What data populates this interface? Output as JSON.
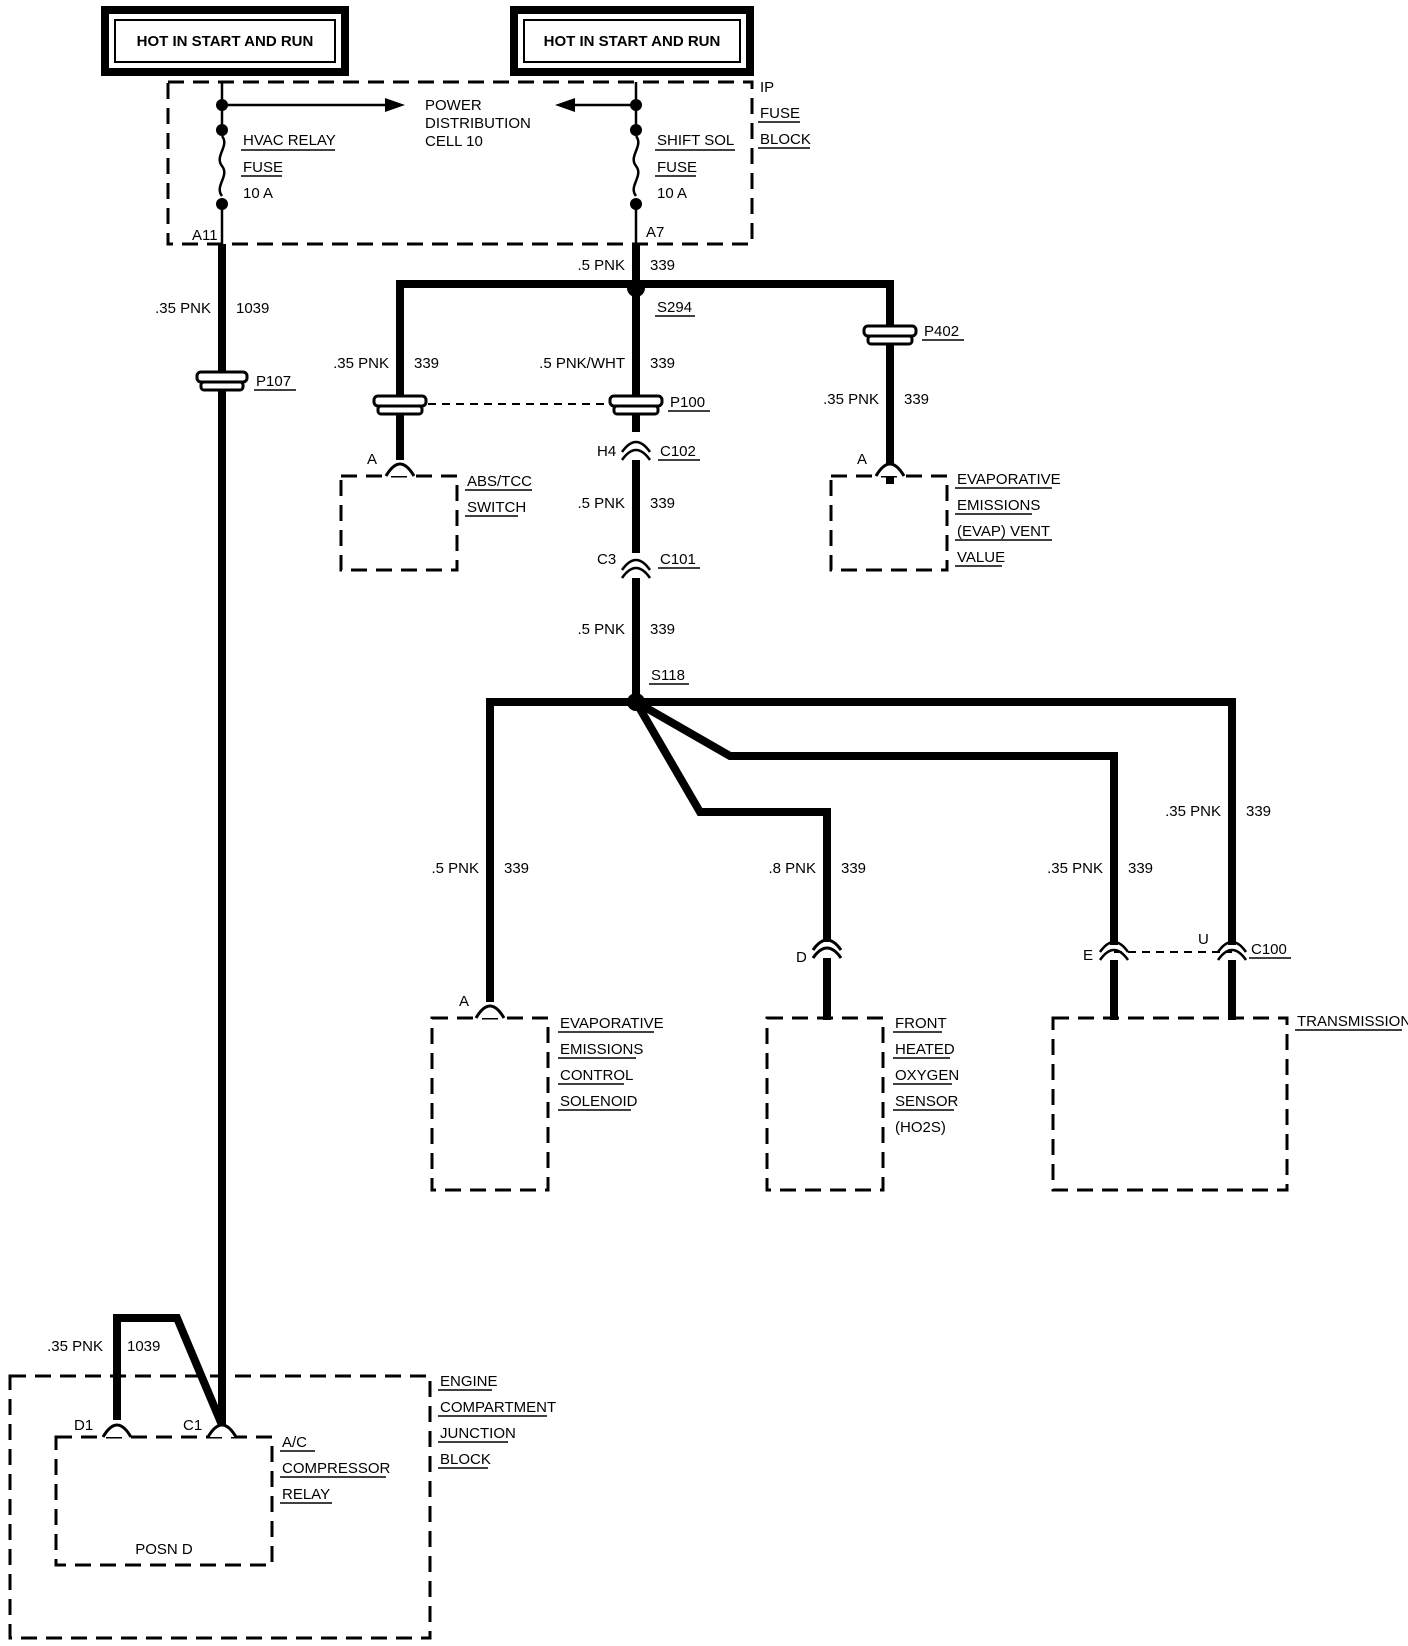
{
  "power_sources": [
    {
      "label": "HOT IN START AND RUN"
    },
    {
      "label": "HOT IN START AND RUN"
    }
  ],
  "fuse_block": {
    "name_lines": [
      "IP",
      "FUSE",
      "BLOCK"
    ],
    "power_distribution_lines": [
      "POWER",
      "DISTRIBUTION",
      "CELL 10"
    ],
    "left_fuse": {
      "name": "HVAC RELAY",
      "type": "FUSE",
      "rating": "10 A",
      "terminal": "A11"
    },
    "right_fuse": {
      "name": "SHIFT SOL",
      "type": "FUSE",
      "rating": "10 A",
      "terminal": "A7"
    }
  },
  "splices": [
    "S294",
    "S118"
  ],
  "pass_throughs": [
    "P107",
    "P100",
    "P402"
  ],
  "inline_connectors": [
    {
      "id": "C102",
      "pin": "H4"
    },
    {
      "id": "C101",
      "pin": "C3"
    },
    {
      "id": "C100",
      "pins": [
        "E",
        "U"
      ]
    }
  ],
  "wires": [
    {
      "gauge_color": ".5 PNK",
      "circuit": "339"
    },
    {
      "gauge_color": ".35 PNK",
      "circuit": "1039"
    },
    {
      "gauge_color": ".35 PNK",
      "circuit": "339"
    },
    {
      "gauge_color": ".5 PNK/WHT",
      "circuit": "339"
    },
    {
      "gauge_color": ".35 PNK",
      "circuit": "339"
    },
    {
      "gauge_color": ".5 PNK",
      "circuit": "339"
    },
    {
      "gauge_color": ".5 PNK",
      "circuit": "339"
    },
    {
      "gauge_color": ".35 PNK",
      "circuit": "339"
    },
    {
      "gauge_color": ".5 PNK",
      "circuit": "339"
    },
    {
      "gauge_color": ".8 PNK",
      "circuit": "339"
    },
    {
      "gauge_color": ".35 PNK",
      "circuit": "339"
    },
    {
      "gauge_color": ".35 PNK",
      "circuit": "1039"
    }
  ],
  "components": {
    "abs_tcc": {
      "lines": [
        "ABS/TCC",
        "SWITCH"
      ],
      "pin": "A"
    },
    "evap_vent": {
      "lines": [
        "EVAPORATIVE",
        "EMISSIONS",
        "(EVAP) VENT",
        "VALUE"
      ],
      "pin": "A"
    },
    "evap_solenoid": {
      "lines": [
        "EVAPORATIVE",
        "EMISSIONS",
        "CONTROL",
        "SOLENOID"
      ],
      "pin": "A"
    },
    "ho2s": {
      "lines": [
        "FRONT",
        "HEATED",
        "OXYGEN",
        "SENSOR",
        "(HO2S)"
      ],
      "pin": "D"
    },
    "transmission": {
      "lines": [
        "TRANSMISSION"
      ]
    },
    "engine_block": {
      "lines": [
        "ENGINE",
        "COMPARTMENT",
        "JUNCTION",
        "BLOCK"
      ]
    },
    "ac_relay": {
      "lines": [
        "A/C",
        "COMPRESSOR",
        "RELAY"
      ],
      "position": "POSN D",
      "pins": [
        "D1",
        "C1"
      ]
    }
  }
}
